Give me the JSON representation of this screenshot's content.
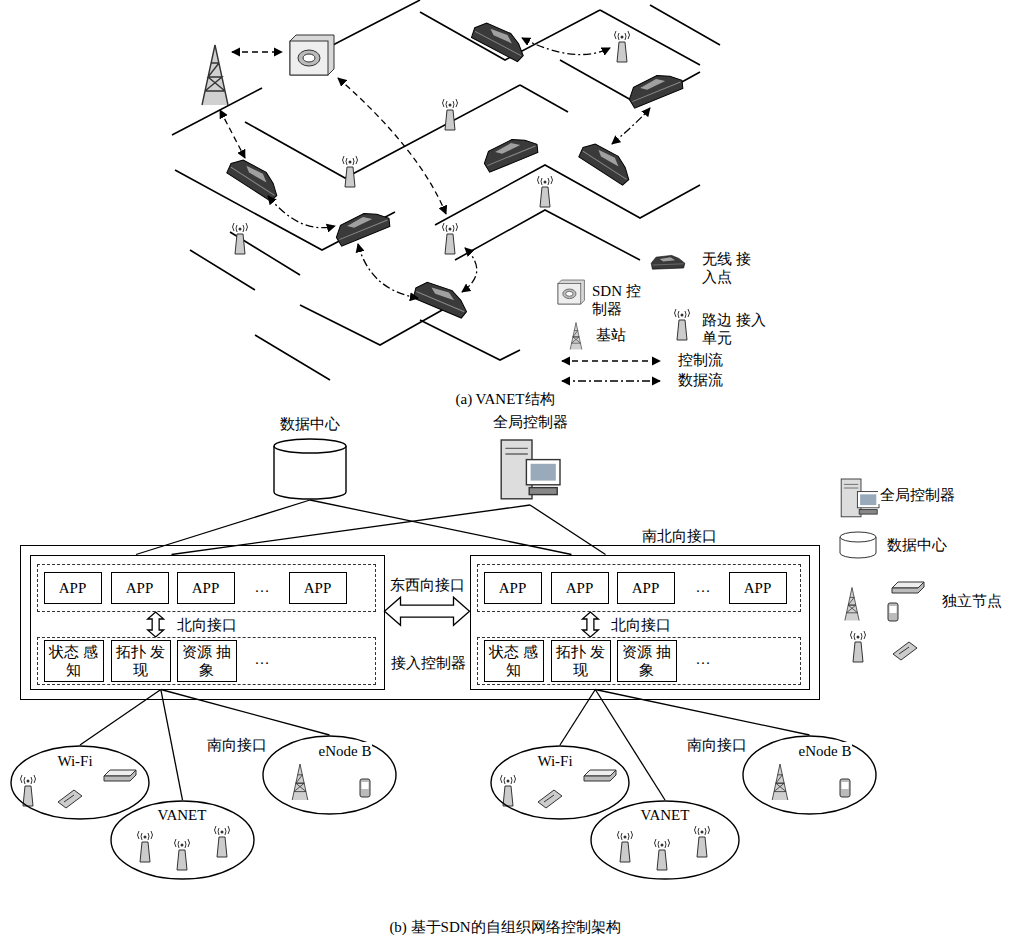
{
  "diagram": {
    "nodes": [
      {
        "text": [
          "数据中心"
        ]
      },
      {
        "text": [
          "全局控制器"
        ]
      },
      {
        "text": [
          "接入控制器"
        ]
      },
      {
        "text": [],
        "in": 2
      },
      {
        "text": [],
        "in": 3
      },
      {
        "text": [
          "APP"
        ],
        "in": 4
      },
      {
        "text": [
          "APP"
        ],
        "in": 4
      },
      {
        "text": [
          "APP"
        ],
        "in": 4
      },
      {
        "text": [
          "APP"
        ],
        "in": 4
      },
      {
        "text": [],
        "in": 3
      },
      {
        "text": [
          "状态 感知"
        ],
        "in": 9
      },
      {
        "text": [
          "拓扑 发现"
        ],
        "in": 9
      },
      {
        "text": [
          "资源 抽象"
        ],
        "in": 9
      },
      {
        "text": [],
        "in": 2
      },
      {
        "text": [],
        "in": 13
      },
      {
        "text": [
          "APP"
        ],
        "in": 14
      },
      {
        "text": [
          "APP"
        ],
        "in": 14
      },
      {
        "text": [
          "APP"
        ],
        "in": 14
      },
      {
        "text": [
          "APP"
        ],
        "in": 14
      },
      {
        "text": [],
        "in": 13
      },
      {
        "text": [
          "状态 感知"
        ],
        "in": 19
      },
      {
        "text": [
          "拓扑 发现"
        ],
        "in": 19
      },
      {
        "text": [
          "资源 抽象"
        ],
        "in": 19
      },
      {
        "text": [
          "Wi-Fi"
        ]
      },
      {
        "text": [
          "VANET"
        ]
      },
      {
        "text": [
          "eNode B"
        ]
      },
      {
        "text": [
          "Wi-Fi"
        ]
      },
      {
        "text": [
          "VANET"
        ]
      },
      {
        "text": [
          "eNode B"
        ]
      }
    ],
    "edges": [
      {
        "from": 0,
        "to": 3,
        "arrow": "none"
      },
      {
        "from": 0,
        "to": 13,
        "arrow": "none"
      },
      {
        "from": 1,
        "to": 3,
        "arrow": "none"
      },
      {
        "from": 1,
        "to": 13,
        "arrow": "none"
      },
      {
        "from": 4,
        "to": 9,
        "label": "北向接口",
        "arrow": "both"
      },
      {
        "from": 14,
        "to": 19,
        "label": "北向接口",
        "arrow": "both"
      },
      {
        "from": 3,
        "to": 13,
        "label": "东西向接口",
        "arrow": "both"
      },
      {
        "from": 3,
        "to": 23,
        "arrow": "none"
      },
      {
        "from": 3,
        "to": 24,
        "arrow": "none"
      },
      {
        "from": 3,
        "to": 25,
        "arrow": "none"
      },
      {
        "from": 13,
        "to": 26,
        "arrow": "none"
      },
      {
        "from": 13,
        "to": 27,
        "arrow": "none"
      },
      {
        "from": 13,
        "to": 28,
        "arrow": "none"
      }
    ],
    "labels": [
      "(a) VANET结构",
      "南北向接口",
      "…",
      "…",
      "…",
      "…",
      "南向接口",
      "南向接口",
      "(b) 基于SDN的自组织网络控制架构"
    ],
    "legend": [
      {
        "text": "SDN 控制器"
      },
      {
        "text": "无线 接入点"
      },
      {
        "text": "基站"
      },
      {
        "text": "路边 接入单元"
      },
      {
        "text": "控制流"
      },
      {
        "text": "数据流"
      },
      {
        "text": "全局控制器"
      },
      {
        "text": "数据中心"
      },
      {
        "text": "独立节点"
      }
    ]
  }
}
